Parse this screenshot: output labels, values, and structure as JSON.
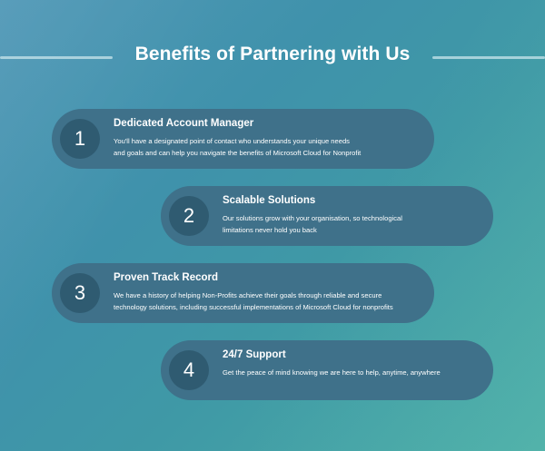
{
  "page": {
    "title": "Benefits of Partnering with Us"
  },
  "colors": {
    "card_background": "#3f718a",
    "number_circle": "#2f5b71",
    "text": "#ffffff"
  },
  "benefits": [
    {
      "number": "1",
      "title": "Dedicated Account Manager",
      "description_lines": [
        "You'll have a designated point of contact who understands your unique needs",
        "and goals and can help you navigate the benefits of Microsoft Cloud for Nonprofit"
      ]
    },
    {
      "number": "2",
      "title": "Scalable Solutions",
      "description_lines": [
        "Our solutions grow with your organisation, so technological",
        "limitations never hold you back"
      ]
    },
    {
      "number": "3",
      "title": "Proven Track Record",
      "description_lines": [
        "We have a history of helping Non-Profits achieve their goals through reliable and secure",
        "technology solutions, including successful implementations of Microsoft Cloud for nonprofits"
      ]
    },
    {
      "number": "4",
      "title": "24/7 Support",
      "description_lines": [
        "Get the peace of mind knowing we are here to help, anytime, anywhere"
      ]
    }
  ]
}
